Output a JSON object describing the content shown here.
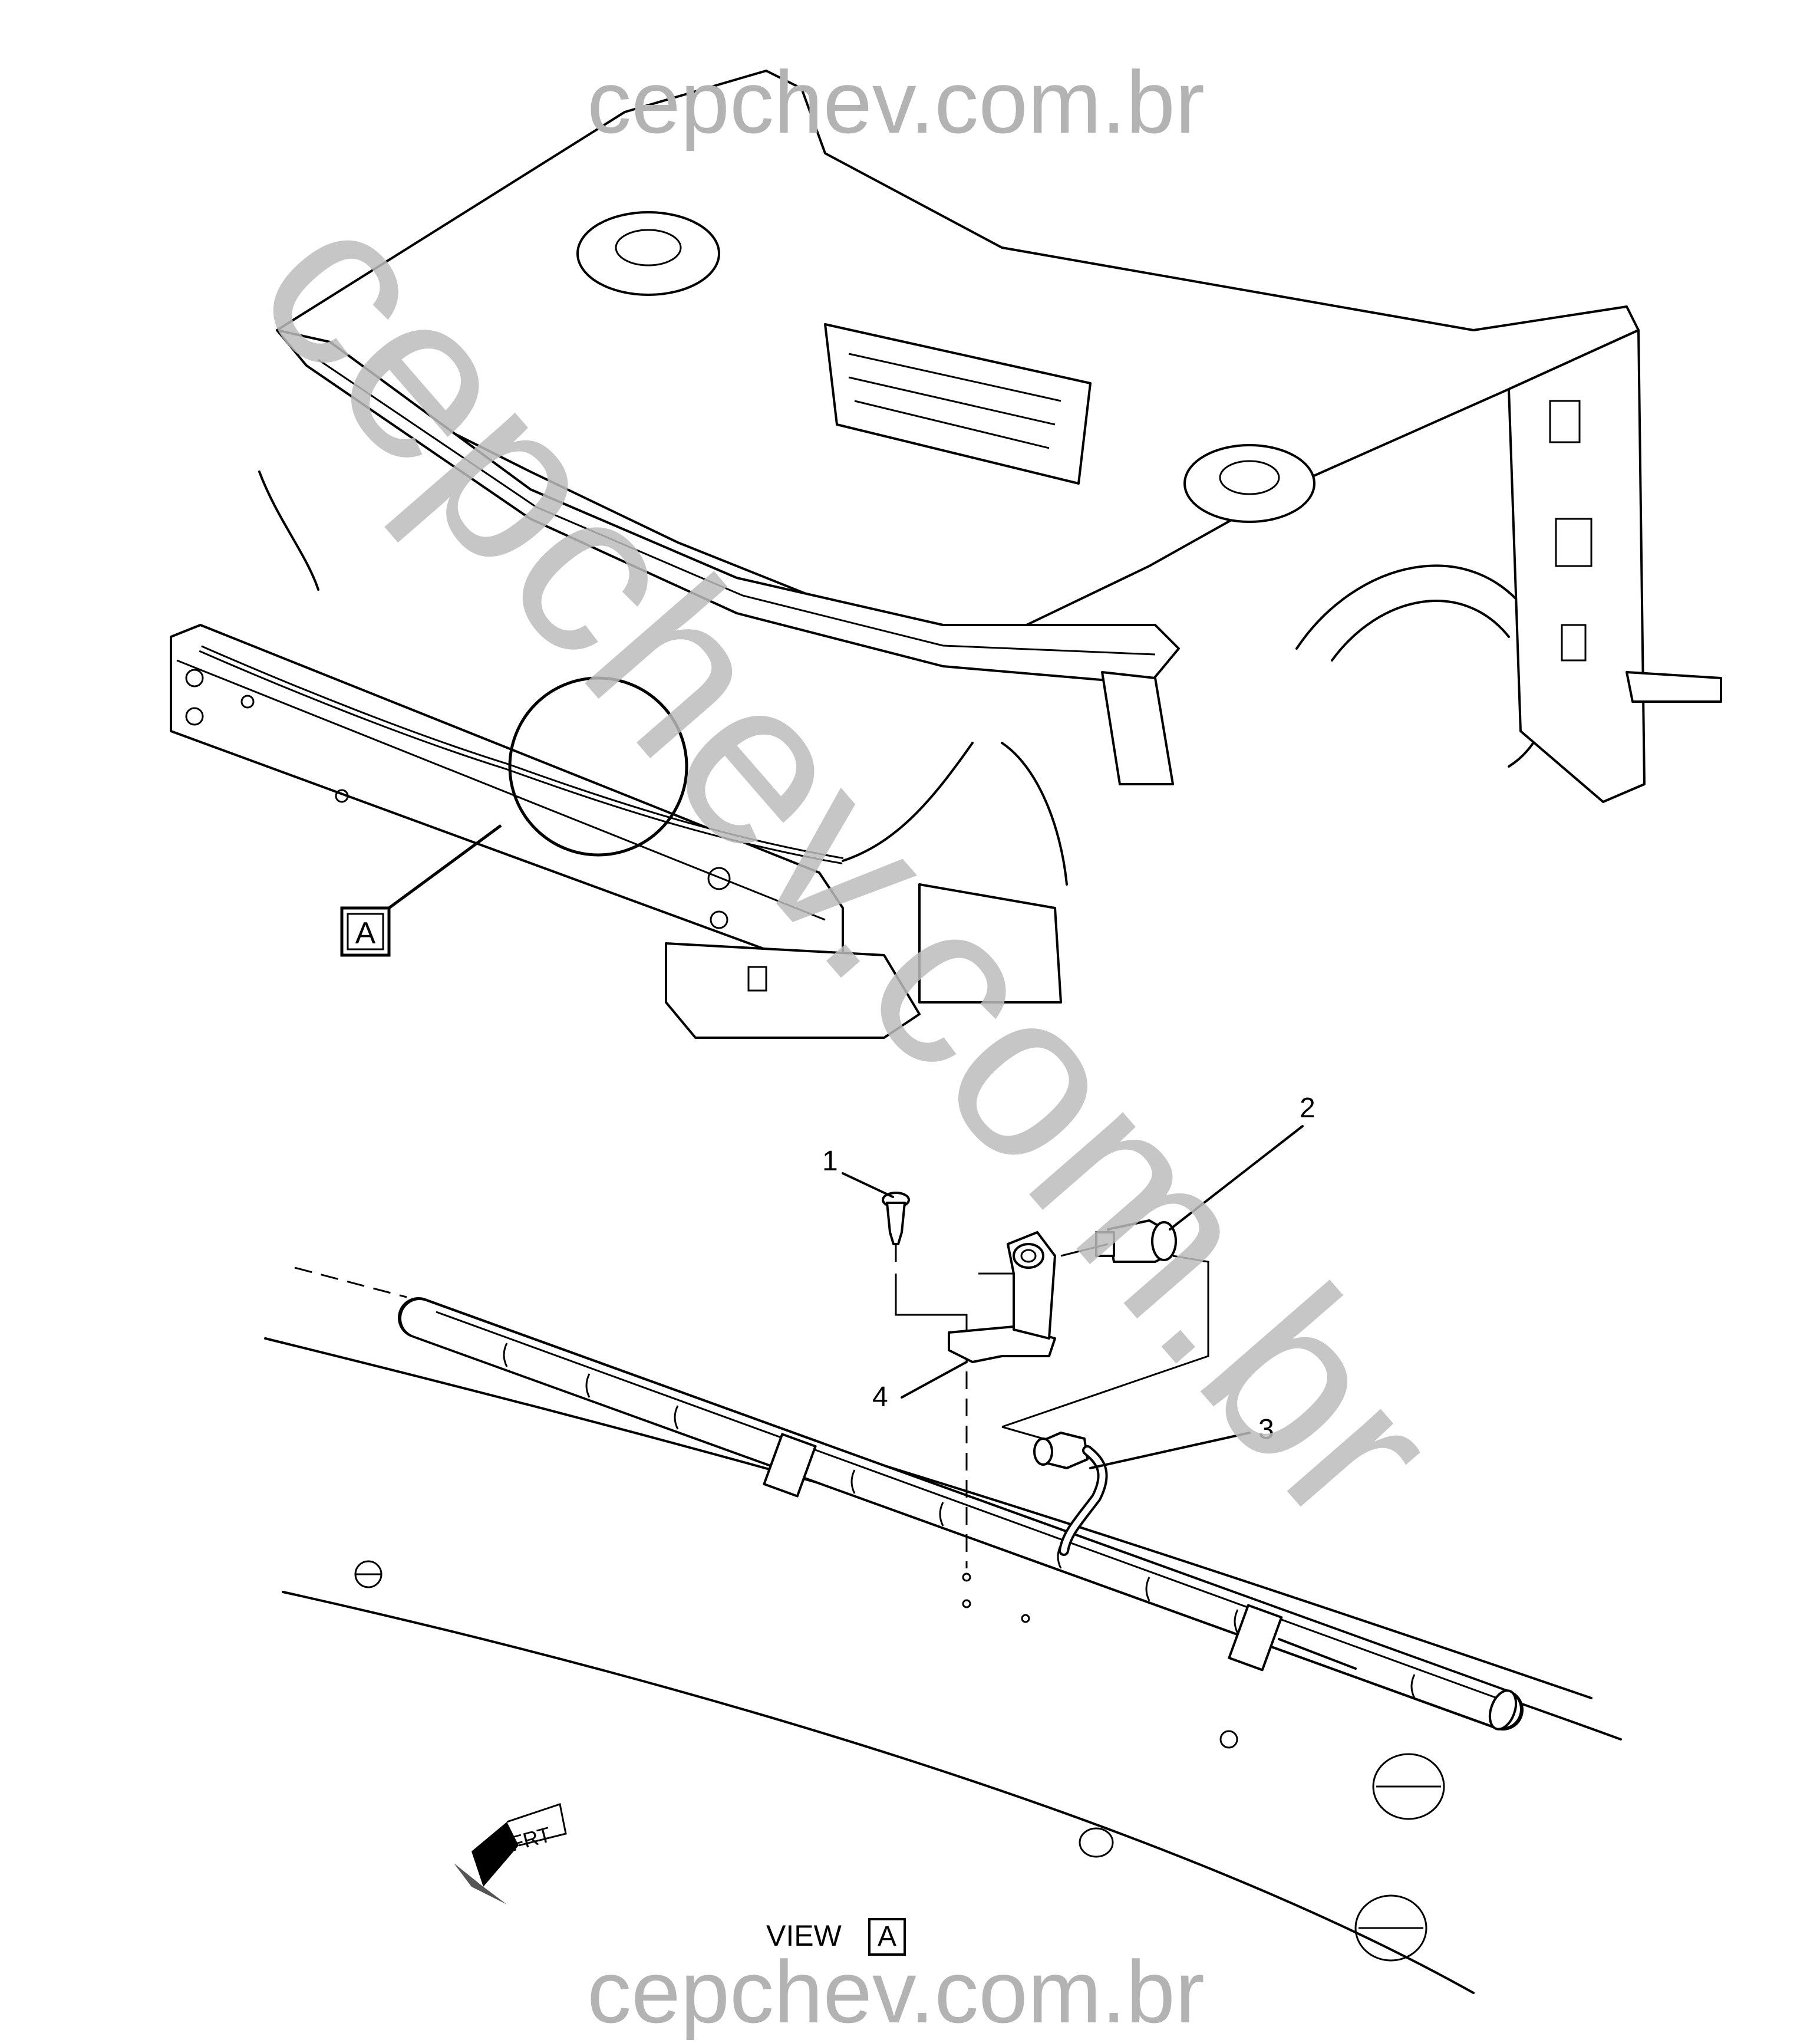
{
  "watermark": {
    "top": "cepchev.com.br",
    "bottom": "cepchev.com.br",
    "diagonal": "cepchev.com.br"
  },
  "view_marker_label": "A",
  "view_caption": {
    "prefix": "VIEW",
    "label": "A"
  },
  "callouts": [
    {
      "id": "1",
      "label": "1"
    },
    {
      "id": "2",
      "label": "2"
    },
    {
      "id": "3",
      "label": "3"
    },
    {
      "id": "4",
      "label": "4"
    }
  ],
  "front_indicator": "FRT"
}
